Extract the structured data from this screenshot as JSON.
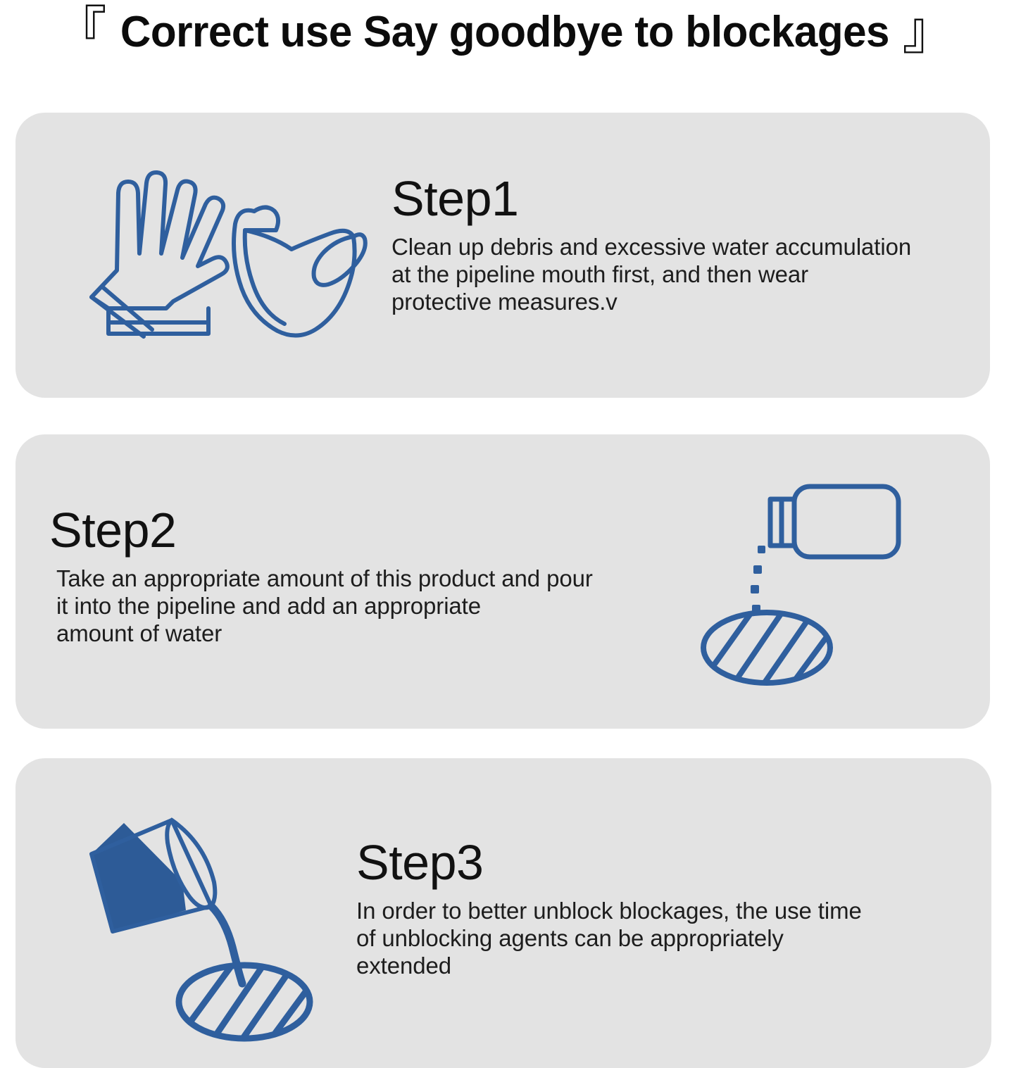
{
  "title": {
    "open_bracket": "『",
    "text": "Correct use Say goodbye to blockages",
    "close_bracket": "』"
  },
  "theme": {
    "page_background": "#ffffff",
    "card_background": "#e3e3e3",
    "icon_line_color": "#2f5f9e",
    "icon_fill_color": "#2d5b97",
    "heading_color": "#111111",
    "body_color": "#1d1d1d"
  },
  "steps": [
    {
      "id": "step1",
      "heading": "Step1",
      "body": "Clean up debris and excessive water accumulation\nat the pipeline mouth first, and then wear\nprotective measures.v",
      "icon_names": [
        "safety-gloves-icon",
        "face-mask-icon"
      ],
      "layout": "icon-left-text-right"
    },
    {
      "id": "step2",
      "heading": "Step2",
      "body": "Take an appropriate amount of this product and pour\n it into the pipeline and add an appropriate\n amount of water",
      "icon_names": [
        "bottle-pouring-icon",
        "drain-hatched-icon"
      ],
      "layout": "text-left-icon-right"
    },
    {
      "id": "step3",
      "heading": "Step3",
      "body": "In order to better unblock blockages, the use time\nof unblocking agents can be appropriately\nextended",
      "icon_names": [
        "cup-pouring-icon",
        "drain-hatched-icon"
      ],
      "layout": "icon-left-text-right"
    }
  ]
}
